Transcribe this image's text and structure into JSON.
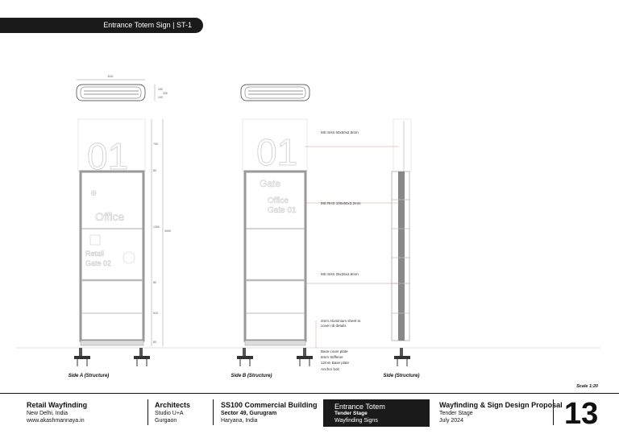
{
  "header": {
    "tab_title": "Entrance Totem Sign | ST-1"
  },
  "drawing": {
    "scale": "Scale 1:20",
    "sides": [
      "Side A (Structure)",
      "Side B (Structure)",
      "Side (Structure)"
    ],
    "dimensions": {
      "width_top": "610",
      "depth": "200",
      "depth_part_a": "100",
      "depth_part_b": "100",
      "overall_height": "3000",
      "seg_1": "700",
      "seg_2": "80",
      "seg_3": "1300",
      "seg_4": "80",
      "seg_5": "610",
      "seg_6": "80"
    },
    "callouts": [
      "MS SHS 50x50x2.5mm",
      "MS RHS 100x50x3.2mm",
      "MS SHS 25x25x2.6mm",
      "2mm Aluminium sheet to cover rib details",
      "Base cover plate",
      "6mm Stiffener",
      "12mm Base plate",
      "Anchor bolt"
    ],
    "panel_texts": {
      "number": "01",
      "gate": "Gate",
      "office": "Office",
      "office_gate": "Office\nGate 01",
      "retail": "Retail\nGate 02"
    }
  },
  "footer": {
    "project_title": "Retail Wayfinding",
    "location": "New Delhi, India",
    "website": "www.akashmannaya.in",
    "architects_label": "Architects",
    "architects_name": "Studio U+A",
    "architects_city": "Gurgaon",
    "building_title": "SS100 Commercial Building",
    "building_sector": "Sector 49, Gurugram",
    "building_region": "Haryana, India",
    "sheet_title": "Entrance Totem",
    "sheet_stage": "Tender Stage",
    "sheet_category": "Wayfinding Signs",
    "proposal_title": "Wayfinding & Sign Design Proposal",
    "proposal_stage": "Tender Stage",
    "proposal_date": "July 2024",
    "page_number": "13"
  },
  "colors": {
    "dark": "#1a1a1a",
    "frame": "#9a9a9a",
    "callout_line": "#d9908a",
    "dim": "#555555"
  }
}
